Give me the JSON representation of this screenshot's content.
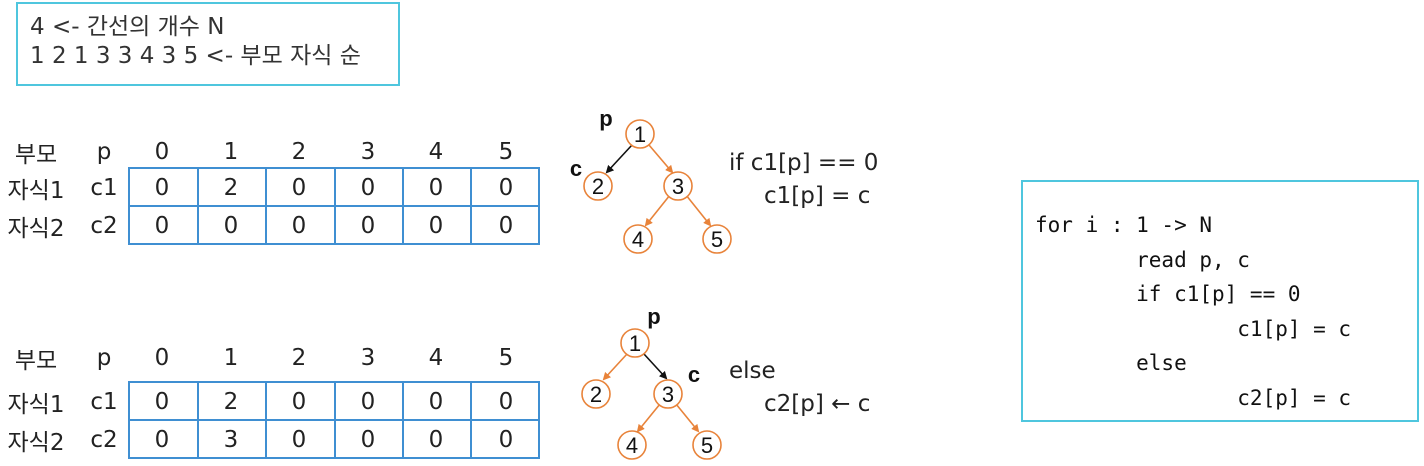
{
  "info": {
    "line1": "4 <- 간선의 개수 N",
    "line2": "1 2 1 3 3 4 3 5 <- 부모 자식 순"
  },
  "tables": [
    {
      "header_label": "부모",
      "header_var": "p",
      "indices": [
        "0",
        "1",
        "2",
        "3",
        "4",
        "5"
      ],
      "rows": [
        {
          "label": "자식1",
          "var": "c1",
          "values": [
            "0",
            "2",
            "0",
            "0",
            "0",
            "0"
          ]
        },
        {
          "label": "자식2",
          "var": "c2",
          "values": [
            "0",
            "0",
            "0",
            "0",
            "0",
            "0"
          ]
        }
      ]
    },
    {
      "header_label": "부모",
      "header_var": "p",
      "indices": [
        "0",
        "1",
        "2",
        "3",
        "4",
        "5"
      ],
      "rows": [
        {
          "label": "자식1",
          "var": "c1",
          "values": [
            "0",
            "2",
            "0",
            "0",
            "0",
            "0"
          ]
        },
        {
          "label": "자식2",
          "var": "c2",
          "values": [
            "0",
            "3",
            "0",
            "0",
            "0",
            "0"
          ]
        }
      ]
    }
  ],
  "trees": [
    {
      "nodes": [
        "1",
        "2",
        "3",
        "4",
        "5"
      ],
      "p_label": "p",
      "c_label": "c",
      "node_color": "#e8833a",
      "highlight_color": "#111111"
    },
    {
      "nodes": [
        "1",
        "2",
        "3",
        "4",
        "5"
      ],
      "p_label": "p",
      "c_label": "c",
      "node_color": "#e8833a",
      "highlight_color": "#111111"
    }
  ],
  "conditions": [
    {
      "line1": "if c1[p] == 0",
      "line2": "c1[p] = c"
    },
    {
      "line1": "else",
      "line2": "c2[p] ← c"
    }
  ],
  "code": [
    "for i : 1 -> N",
    "        read p, c",
    "        if c1[p] == 0",
    "                c1[p] = c",
    "        else",
    "                c2[p] = c"
  ],
  "colors": {
    "box_border": "#4fc6de",
    "table_border": "#3f8fd2",
    "tree_orange": "#e8833a"
  }
}
